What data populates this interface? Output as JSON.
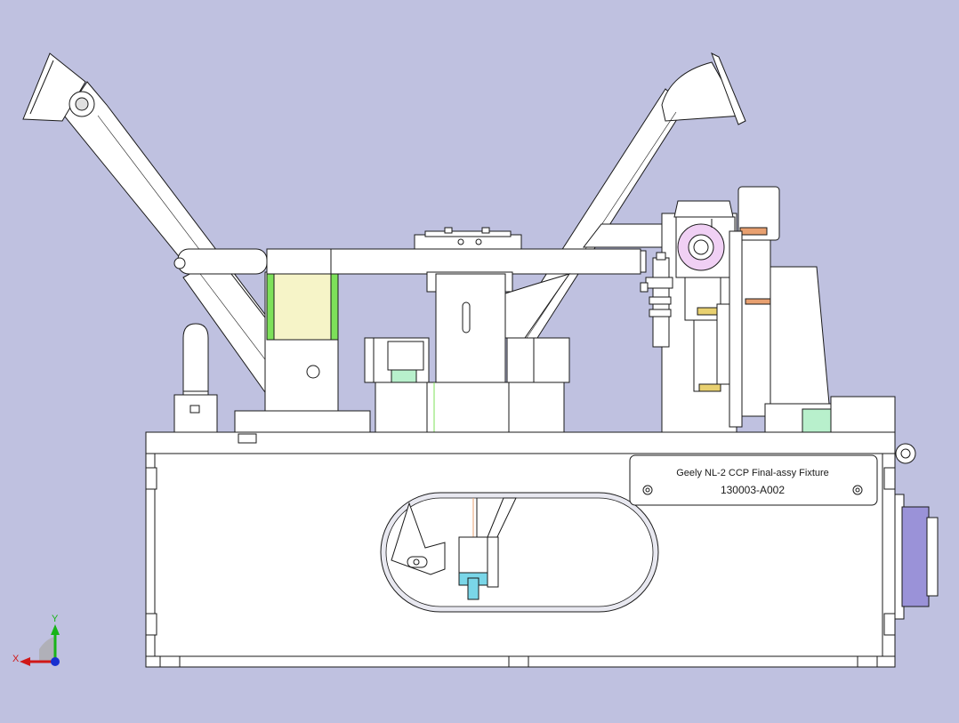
{
  "nameplate": {
    "title": "Geely NL-2 CCP Final-assy Fixture",
    "part_number": "130003-A002"
  },
  "triad": {
    "x_label": "X",
    "y_label": "Y",
    "x_axis_color": "#d01818",
    "y_axis_color": "#18b418",
    "z_axis_color": "#1830d0"
  },
  "colors": {
    "background": "#bfc1e0",
    "part_fill": "#ffffff",
    "outline": "#1a1a1a",
    "cream_block": "#f6f4c8",
    "green_face": "#7de05a",
    "mint_pad": "#b8f0cc",
    "cyan_pin": "#7ad6e8",
    "pink_clamp": "#f0d0f4",
    "purple_cylinder": "#9a92d8",
    "copper_accent": "#e8a070",
    "yellow_accent": "#e8d070"
  }
}
